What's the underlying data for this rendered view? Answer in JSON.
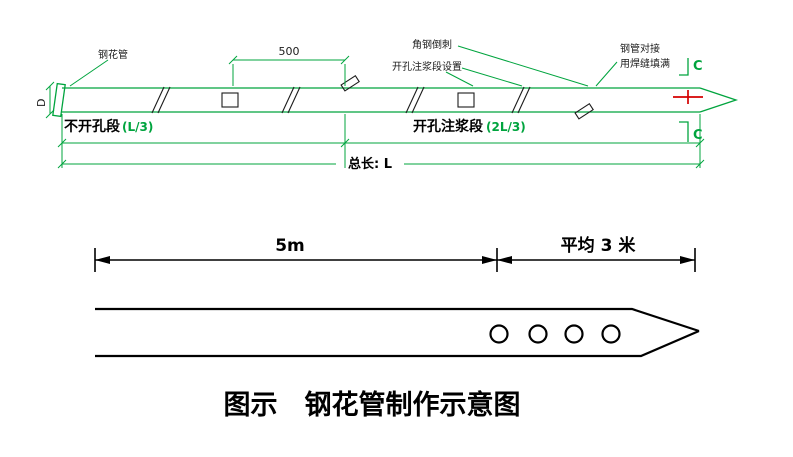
{
  "colors": {
    "cad_green": "#00a43e",
    "section_red": "#d40000",
    "ink": "#1c1c1c"
  },
  "top_drawing": {
    "pipe_label": "钢花管",
    "dim_500": "500",
    "barb_label": "角钢倒刺",
    "perf_setup_label": "开孔注浆段设置",
    "butt_joint_label": "钢管对接",
    "weld_label": "用焊缝填满",
    "section_mark_top": "C",
    "section_mark_bottom": "C",
    "unperforated_label": "不开孔段",
    "unperforated_dim": "(L/3)",
    "perforated_label": "开孔注浆段",
    "perforated_dim": "(2L/3)",
    "total_length_label": "总长: L",
    "diameter_label": "D"
  },
  "bottom_drawing": {
    "left_dim_label": "5m",
    "right_dim_label": "平均 3 米",
    "caption": "图示　钢花管制作示意图"
  }
}
